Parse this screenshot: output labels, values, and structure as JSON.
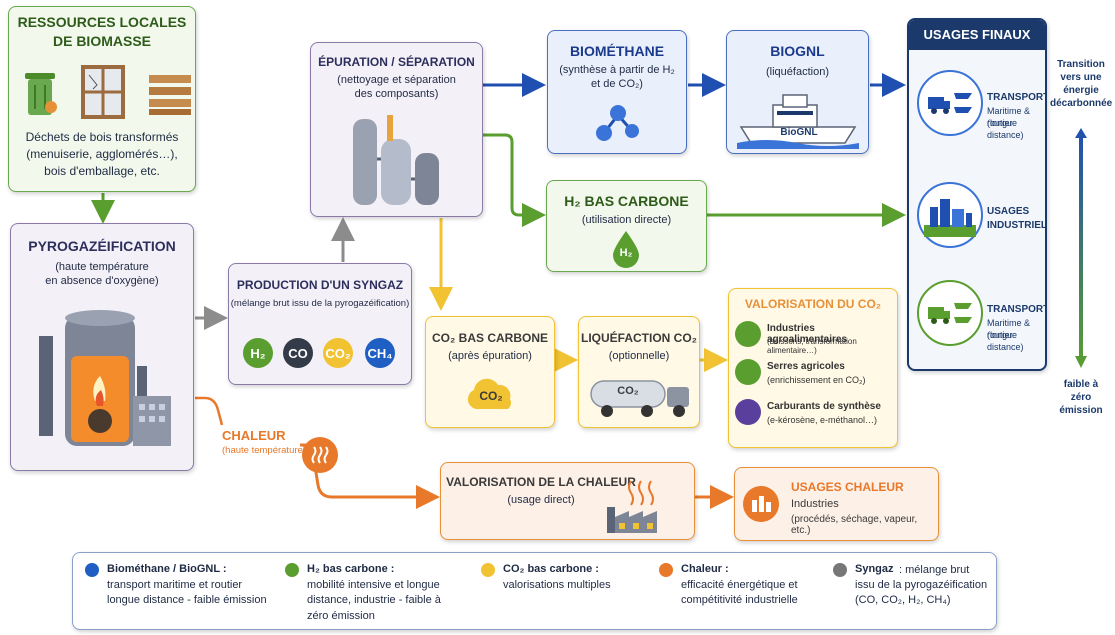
{
  "biomass": {
    "title_line1": "RESSOURCES LOCALES",
    "title_line2": "DE BIOMASSE",
    "desc_line1": "Déchets de bois transformés",
    "desc_line2": "(menuiserie, agglomérés…),",
    "desc_line3": "bois d'emballage, etc."
  },
  "pyro": {
    "title": "PYROGAZÉIFICATION",
    "sub_line1": "(haute température",
    "sub_line2": "en absence d'oxygène)"
  },
  "syngaz": {
    "title": "PRODUCTION D'UN SYNGAZ",
    "sub": "(mélange brut issu de la pyrogazéification)",
    "chips": [
      "H₂",
      "CO",
      "CO₂",
      "CH₄"
    ]
  },
  "epuration": {
    "title": "ÉPURATION / SÉPARATION",
    "sub_line1": "(nettoyage et séparation",
    "sub_line2": "des composants)"
  },
  "biomethane": {
    "title": "BIOMÉTHANE",
    "sub_line1": "(synthèse à partir de H₂",
    "sub_line2": "et de CO₂)"
  },
  "biognl": {
    "title": "BIOGNL",
    "sub": "(liquéfaction)",
    "ship_label": "BioGNL"
  },
  "h2": {
    "title": "H₂ BAS CARBONE",
    "sub": "(utilisation directe)",
    "drop": "H₂"
  },
  "co2": {
    "title": "CO₂ BAS CARBONE",
    "sub": "(après épuration)",
    "cloud": "CO₂"
  },
  "liquefaction": {
    "title": "LIQUÉFACTION CO₂",
    "sub": "(optionnelle)",
    "truck": "CO₂"
  },
  "valco2": {
    "title": "VALORISATION DU CO₂",
    "items": [
      {
        "title": "Industries agroalimentaires",
        "sub": "(boissons, transformation alimentaire…)"
      },
      {
        "title": "Serres agricoles",
        "sub": "(enrichissement en CO₂)"
      },
      {
        "title": "Carburants de synthèse",
        "sub": "(e-kérosène, e-méthanol…)"
      }
    ]
  },
  "chaleur": {
    "title": "CHALEUR",
    "sub": "(haute température)"
  },
  "valchaleur": {
    "title": "VALORISATION DE LA CHALEUR",
    "sub": "(usage direct)"
  },
  "usageschaleur": {
    "title": "USAGES CHALEUR",
    "sub1": "Industries",
    "sub2": "(procédés, séchage, vapeur, etc.)"
  },
  "usages": {
    "header": "USAGES FINAUX",
    "items": [
      {
        "title": "TRANSPORT",
        "sub1": "Maritime & routier",
        "sub2": "(longue distance)"
      },
      {
        "title": "USAGES",
        "sub1": "INDUSTRIELS",
        "sub2": ""
      },
      {
        "title": "TRANSPORT",
        "sub1": "Maritime & routier",
        "sub2": "(longue distance)"
      }
    ]
  },
  "transition": {
    "top_line1": "Transition",
    "top_line2": "vers une",
    "top_line3": "énergie",
    "top_line4": "décarbonnée",
    "bottom_line1": "faible à",
    "bottom_line2": "zéro émission"
  },
  "legend": [
    {
      "title": "Biométhane / BioGNL :",
      "line1": "transport maritime et routier",
      "line2": "longue distance - faible émission",
      "line3": "",
      "color": "#1f5fc4"
    },
    {
      "title": "H₂ bas carbone :",
      "line1": "mobilité intensive et longue",
      "line2": "distance, industrie - faible à",
      "line3": "zéro émission",
      "color": "#5a9e2f"
    },
    {
      "title": "CO₂ bas carbone :",
      "line1": "valorisations multiples",
      "line2": "",
      "line3": "",
      "color": "#f1c232"
    },
    {
      "title": "Chaleur :",
      "line1": "efficacité énergétique et",
      "line2": "compétitivité industrielle",
      "line3": "",
      "color": "#e8782a"
    },
    {
      "title": "Syngaz",
      "line1": ": mélange brut",
      "line2": "issu de la pyrogazéification",
      "line3": "(CO, CO₂, H₂, CH₄)",
      "color": "#777777"
    }
  ],
  "colors": {
    "blue": "#1f4fb0",
    "green": "#5a9e2f",
    "yellow": "#f1c232",
    "orange": "#e8782a",
    "gray": "#8c8c8c",
    "navy": "#1b3a6b"
  }
}
